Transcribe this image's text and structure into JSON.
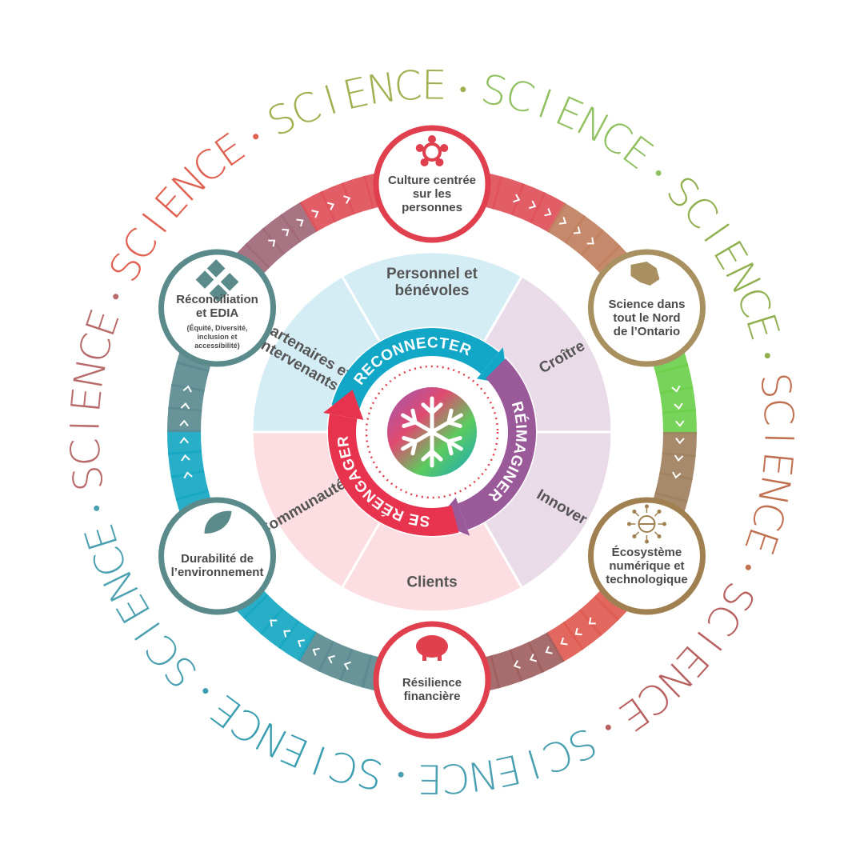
{
  "science_ring": {
    "words": [
      {
        "text": "SCIENCE",
        "color": "#b86a6a"
      },
      {
        "text": "SCIENCE",
        "color": "#e06050"
      },
      {
        "text": "SCIENCE",
        "color": "#a0b050"
      },
      {
        "text": "SCIENCE",
        "color": "#90c060"
      },
      {
        "text": "SCIENCE",
        "color": "#90b050"
      },
      {
        "text": "SCIENCE",
        "color": "#c07050"
      },
      {
        "text": "SCIENCE",
        "color": "#b86060"
      },
      {
        "text": "SCIENCE",
        "color": "#4aa0b0"
      },
      {
        "text": "SCIENCE",
        "color": "#3a9eb0"
      },
      {
        "text": "SCIENCE",
        "color": "#4aa0b0"
      }
    ]
  },
  "hubs": [
    {
      "id": "culture",
      "lines": [
        "Culture centrée",
        "sur les",
        "personnes"
      ],
      "icon": "people-circle-icon",
      "color": "#e0404e"
    },
    {
      "id": "science-nord",
      "lines": [
        "Science dans",
        "tout le Nord",
        "de l’Ontario"
      ],
      "icon": "ontario-map-icon",
      "color": "#a89060"
    },
    {
      "id": "ecosysteme",
      "lines": [
        "Écosystème",
        "numérique et",
        "technologique"
      ],
      "icon": "network-globe-icon",
      "color": "#a08050"
    },
    {
      "id": "resilience",
      "lines": [
        "Résilience",
        "financière"
      ],
      "icon": "piggy-bank-icon",
      "color": "#e0404e"
    },
    {
      "id": "durabilite",
      "lines": [
        "Durabilité de",
        "l’environnement"
      ],
      "icon": "leaf-icon",
      "color": "#5a8a8a"
    },
    {
      "id": "reconciliation",
      "lines": [
        "Réconciliation",
        "et EDIA"
      ],
      "sub": [
        "(Équité, Diversité,",
        "inclusion et",
        "accessibilité)"
      ],
      "icon": "hands-icon",
      "color": "#5a8a8a"
    }
  ],
  "segments": [
    {
      "id": "personnel",
      "lines": [
        "Personnel et",
        "bénévoles"
      ],
      "color": "#d4edf5"
    },
    {
      "id": "croitre",
      "lines": [
        "Croître"
      ],
      "color": "#eadbe8"
    },
    {
      "id": "innover",
      "lines": [
        "Innover"
      ],
      "color": "#eadbe8"
    },
    {
      "id": "clients",
      "lines": [
        "Clients"
      ],
      "color": "#fbdde2"
    },
    {
      "id": "communaute",
      "lines": [
        "Communauté"
      ],
      "color": "#fbdde2"
    },
    {
      "id": "partenaires",
      "lines": [
        "Partenaires et",
        "intervenants"
      ],
      "color": "#d4edf5"
    }
  ],
  "arrows": [
    {
      "id": "reconnecter",
      "label": "RECONNECTER",
      "color": "#12a7c6"
    },
    {
      "id": "reimaginer",
      "label": "RÉIMAGINER",
      "color": "#9a5a9a"
    },
    {
      "id": "se-reengager",
      "label": "SE RÉENGAGER",
      "color": "#e8334f"
    }
  ],
  "center": {
    "icon": "snowflake-logo-icon"
  },
  "colors": {
    "ring_red": "#e0505a",
    "ring_green": "#6ccf4c",
    "ring_teal": "#16a7c2",
    "ring_brown": "#a0605a"
  }
}
